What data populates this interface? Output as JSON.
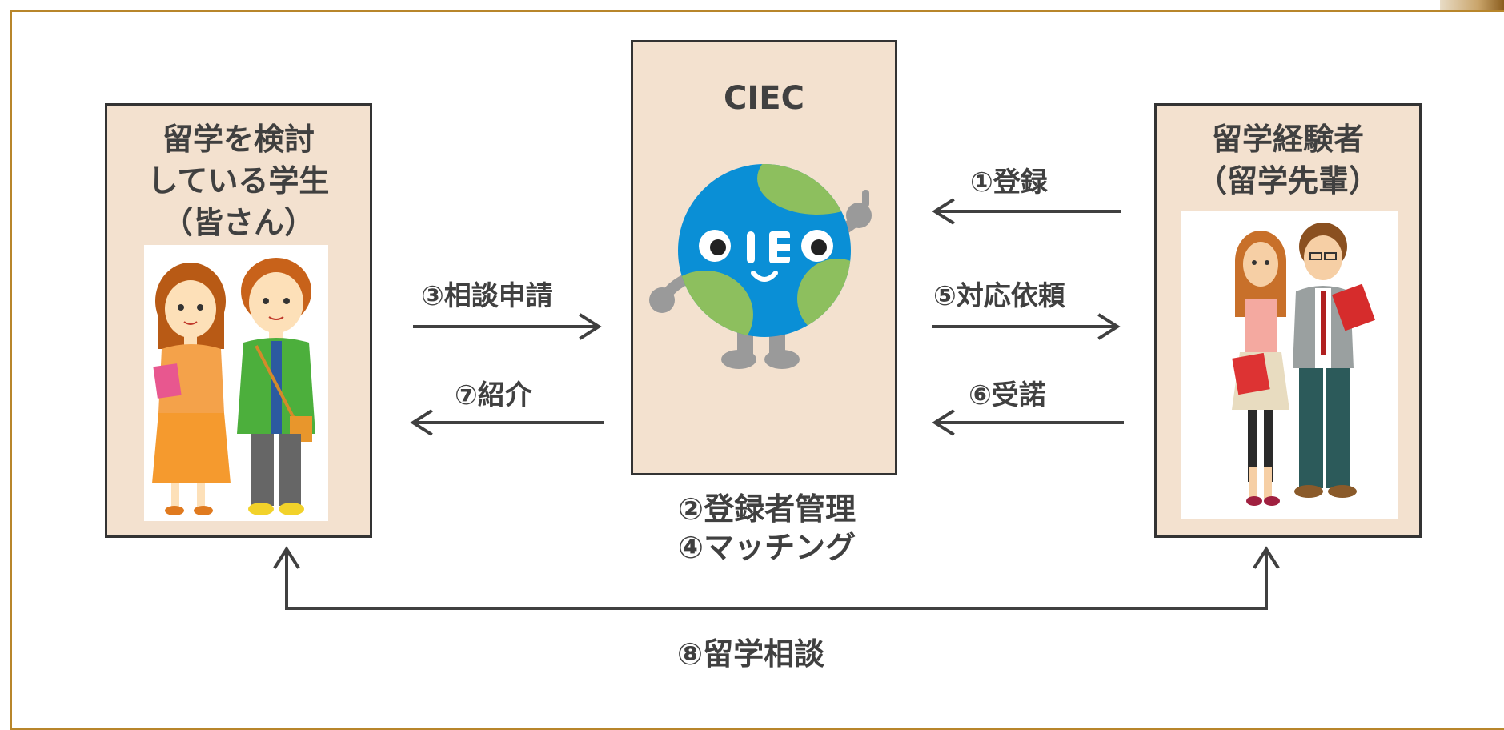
{
  "left_box": {
    "title": "留学を検討\nしている学生\n（皆さん）"
  },
  "center_box": {
    "title": "CIEC",
    "caption": "②登録者管理\n④マッチング"
  },
  "right_box": {
    "title": "留学経験者\n（留学先輩）"
  },
  "arrows": {
    "step1": "①登録",
    "step3": "③相談申請",
    "step5": "⑤対応依頼",
    "step6": "⑥受諾",
    "step7": "⑦紹介",
    "step8": "⑧留学相談"
  },
  "mascot": {
    "face_text": "CIEC"
  },
  "colors": {
    "frame": "#b8862b",
    "box_fill": "#f3e1cf",
    "arrow": "#404040",
    "globe_blue": "#0a8fd6",
    "globe_green": "#8dbf5e"
  }
}
